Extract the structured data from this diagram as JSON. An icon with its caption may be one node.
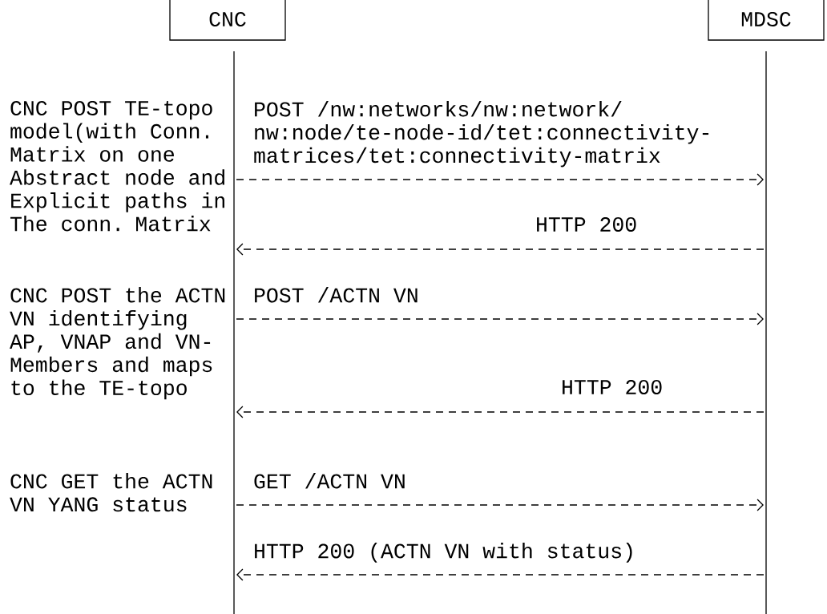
{
  "diagram": {
    "nodes": [
      {
        "text": [
          "CNC"
        ]
      },
      {
        "text": [
          "MDSC"
        ]
      }
    ],
    "edges": [
      {
        "from": 0,
        "to": 1,
        "arrow": "to",
        "label": "POST /nw:networks/nw:network/ nw:node/te-node-id/tet:connectivity- matrices/tet:connectivity-matrix"
      },
      {
        "from": 1,
        "to": 0,
        "arrow": "to",
        "label": "HTTP 200"
      },
      {
        "from": 0,
        "to": 1,
        "arrow": "to",
        "label": "POST /ACTN VN"
      },
      {
        "from": 1,
        "to": 0,
        "arrow": "to",
        "label": "HTTP 200"
      },
      {
        "from": 0,
        "to": 1,
        "arrow": "to",
        "label": "GET /ACTN VN"
      },
      {
        "from": 1,
        "to": 0,
        "arrow": "to",
        "label": "HTTP 200 (ACTN VN with status)"
      }
    ],
    "labels": [
      "CNC POST TE-topo model(with Conn. Matrix on one Abstract node and Explicit paths in The conn. Matrix",
      "CNC POST the ACTN VN identifying AP, VNAP and VN- Members and maps to the TE-topo",
      "CNC GET the ACTN VN YANG status"
    ]
  }
}
